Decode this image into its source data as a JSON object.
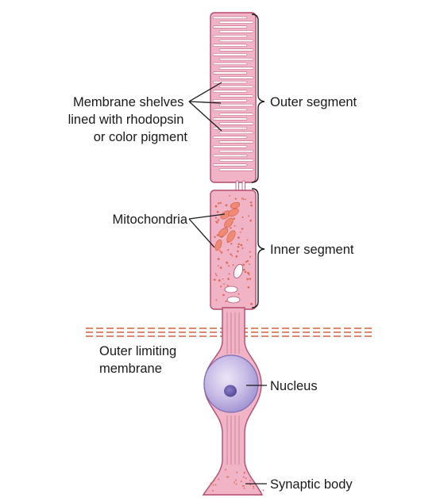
{
  "labels": {
    "membrane_shelves": [
      "Membrane shelves",
      "lined with rhodopsin",
      "or color pigment"
    ],
    "outer_segment": "Outer segment",
    "mitochondria": "Mitochondria",
    "inner_segment": "Inner segment",
    "outer_limiting_membrane": [
      "Outer limiting",
      "membrane"
    ],
    "nucleus": "Nucleus",
    "synaptic_body": "Synaptic body"
  },
  "colors": {
    "cell_fill": "#f0b4c6",
    "cell_outline": "#b44a6e",
    "shelf_fill": "#ffffff",
    "mitochondria_fill": "#f08a74",
    "granule": "#e0664e",
    "nucleus_outer": "#c6b6e2",
    "nucleus_inner": "#6d5fae",
    "limiting_membrane": "#d4603c",
    "line": "#1a1a1a"
  }
}
